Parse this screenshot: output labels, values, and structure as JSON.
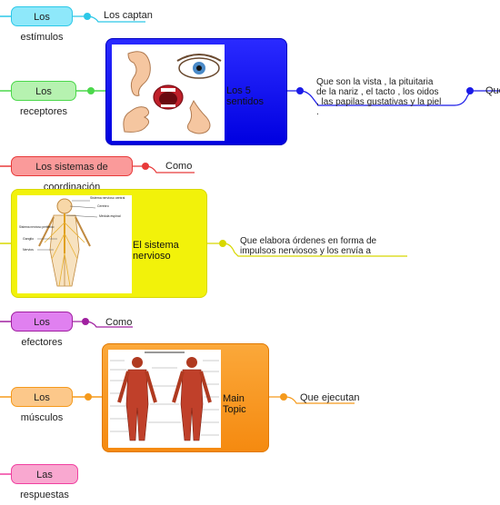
{
  "nodes": {
    "estimulos": "Los estímulos",
    "captan": "Los captan",
    "receptores": "Los receptores",
    "cinco_sentidos": "Los 5 sentidos",
    "sentidos_desc": "Que son la vista , la pituitaria de la nariz , el tacto , los oidos , las papilas gustativas y la piel .",
    "que_right": "Que",
    "coordinacion": "Los sistemas de coordinación",
    "como_1": "Como",
    "sistema_nervioso": "El sistema nervioso",
    "nervioso_desc": "Que elabora órdenes en forma de impulsos nerviosos y los envía a",
    "efectores": "Los efectores",
    "como_2": "Como",
    "musculos": "Los músculos",
    "main_topic": "Main Topic",
    "que_ejecutan": "Que ejecutan",
    "respuestas": "Las respuestas"
  },
  "nervous_image_labels": {
    "central": "Sistema nervioso central",
    "cerebro": "Cerebro",
    "medula": "Médula espinal",
    "periferico": "Sistema nervioso periférico",
    "ganglio": "Ganglio",
    "nervios": "Nervios"
  },
  "colors": {
    "cyan": "#2cc8e8",
    "green": "#4bd84b",
    "red": "#e83a3a",
    "yellow": "#f0f000",
    "purple": "#a020a0",
    "orange": "#f59a1c",
    "pink": "#f040a0",
    "blue": "#1a1ae8"
  }
}
